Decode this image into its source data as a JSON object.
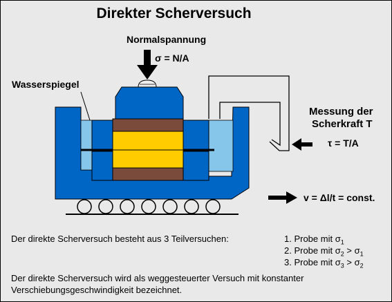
{
  "title": "Direkter Scherversuch",
  "labels": {
    "normal_stress": "Normalspannung",
    "normal_stress_formula": "σ = N/A",
    "water_level": "Wasserspiegel",
    "shear_force_line1": "Messung der",
    "shear_force_line2": "Scherkraft T",
    "shear_stress_formula": "τ = T/A",
    "velocity_formula": "v = Δl/t = const."
  },
  "description": {
    "intro": "Der direkte Scherversuch besteht aus 3 Teilversuchen:",
    "tests": [
      {
        "prefix": "1. Probe mit σ",
        "sub1": "1",
        "mid": "",
        "sub2": ""
      },
      {
        "prefix": "2. Probe mit σ",
        "sub1": "2",
        "mid": " > σ",
        "sub2": "1"
      },
      {
        "prefix": "3. Probe mit σ",
        "sub1": "3",
        "mid": " > σ",
        "sub2": "2"
      }
    ],
    "note_line1": "Der direkte Scherversuch wird als weggesteuerter Versuch mit konstanter",
    "note_line2": "Verschiebungsgeschwindigkeit bezeichnet."
  },
  "colors": {
    "apparatus_blue": "#0066c6",
    "water": "#86c6ea",
    "soil_sample": "#ffcc00",
    "porous_stone": "#7a4a3a",
    "background": "#e9e9e9"
  }
}
